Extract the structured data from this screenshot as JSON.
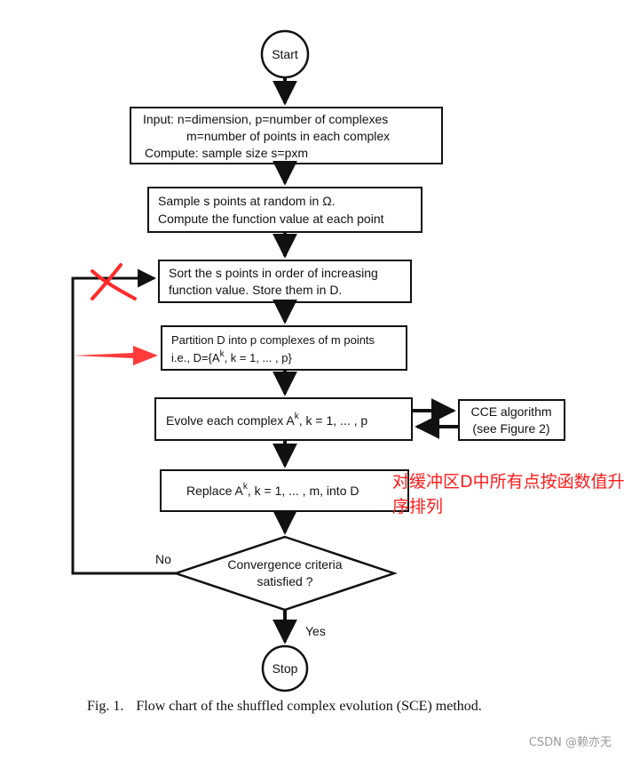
{
  "flowchart": {
    "start": "Start",
    "input_block": {
      "line1": "Input:   n=dimension, p=number of complexes",
      "line2": "m=number of points in each complex",
      "line3": "Compute:  sample size s=pxm"
    },
    "sample_block": {
      "line1": "Sample s points at random in Ω.",
      "line2": "Compute the function value at each point"
    },
    "sort_block": {
      "line1": "Sort the s points in order of increasing",
      "line2": "function value.   Store them in D."
    },
    "partition_block": {
      "line1": "Partition D into p complexes of m points",
      "line2_a": "i.e., D={A",
      "line2_sup": "k",
      "line2_b": ", k = 1, ... , p}"
    },
    "evolve_block": {
      "text_a": "Evolve each complex A",
      "text_sup": "k",
      "text_b": ",  k = 1, ... , p"
    },
    "cce_block": {
      "line1": "CCE algorithm",
      "line2": "(see Figure 2)"
    },
    "replace_block": {
      "text_a": "Replace A",
      "text_sup": "k",
      "text_b": ", k = 1, ... , m, into D"
    },
    "decision": {
      "line1": "Convergence criteria",
      "line2": "satisfied ?"
    },
    "no_label": "No",
    "yes_label": "Yes",
    "stop": "Stop"
  },
  "caption": {
    "fig": "Fig. 1.",
    "text": "Flow chart of the shuffled complex evolution (SCE) method."
  },
  "annotation": {
    "text": "对缓冲区D中所有点按函数值升序排列",
    "color": "#ff1a1a"
  },
  "watermark": "CSDN @赖亦无"
}
